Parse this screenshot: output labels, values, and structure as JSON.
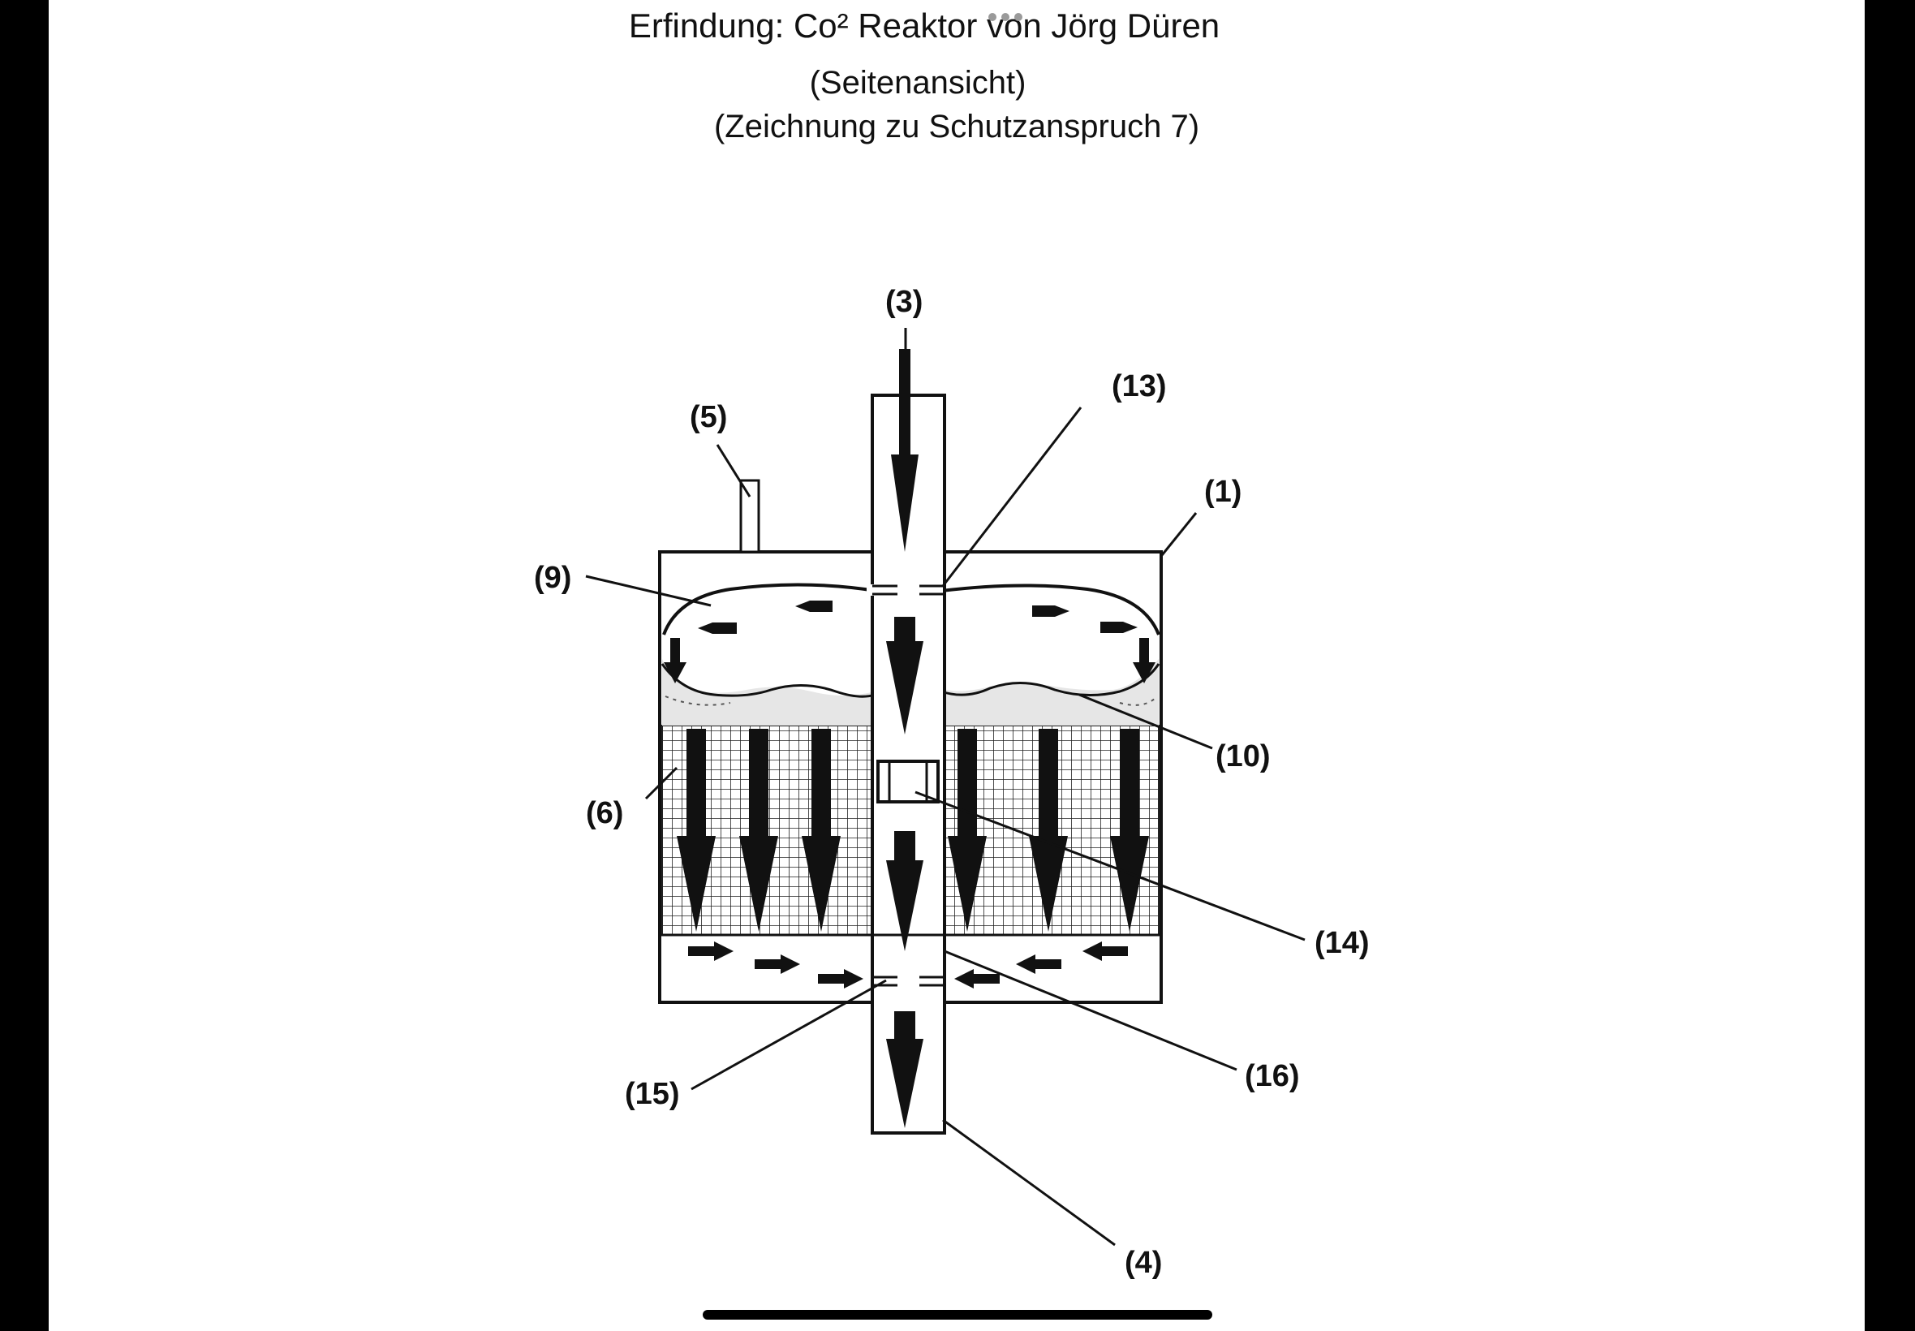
{
  "document": {
    "title": "Erfindung: Co² Reaktor von Jörg Düren",
    "subtitle": "(Seitenansicht)",
    "subtitle2": "(Zeichnung zu Schutzanspruch 7)"
  },
  "labels": {
    "l3": "(3)",
    "l13": "(13)",
    "l5": "(5)",
    "l1": "(1)",
    "l9": "(9)",
    "l10": "(10)",
    "l6": "(6)",
    "l14": "(14)",
    "l16": "(16)",
    "l15": "(15)",
    "l4": "(4)"
  },
  "colors": {
    "ink": "#111111",
    "paper": "#ffffff",
    "frame": "#000000"
  }
}
